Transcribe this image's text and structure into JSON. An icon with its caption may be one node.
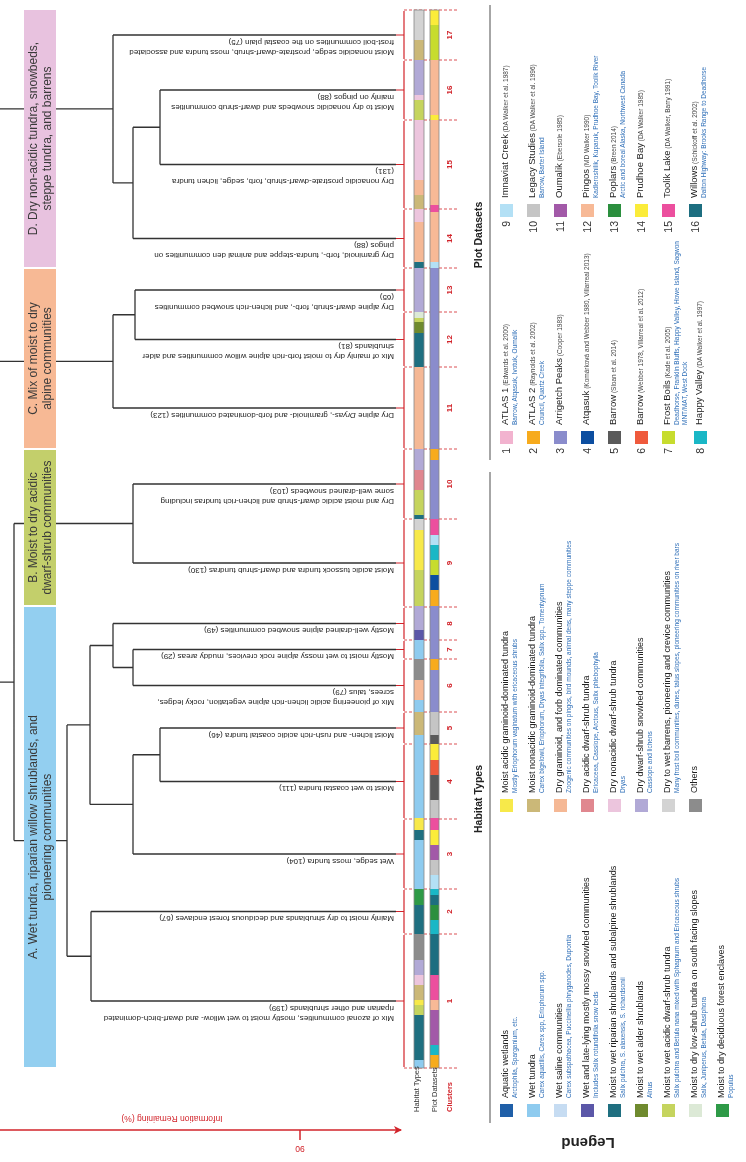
{
  "diagram": {
    "nodes": [
      {
        "text": [
          "A. Wet tundra, riparian willow shrublands, and pioneering communities"
        ]
      },
      {
        "text": [
          "B. Moist to dry acidic dwarf-shrub communities"
        ]
      },
      {
        "text": [
          "C. Mix of moist to dry alpine communities"
        ]
      },
      {
        "text": [
          "D. Dry non-acidic tundra, snowbeds, steppe tundra, and barrens"
        ]
      }
    ],
    "labels": [
      "Habitat Types",
      "Plot Datasets",
      "Clusters",
      "1",
      "2",
      "3",
      "4",
      "5",
      "6",
      "7",
      "8",
      "9",
      "10",
      "11",
      "12",
      "13",
      "14",
      "15",
      "16",
      "17",
      "Mix of azonal communities, mostly moist to wet willow- and dwarf-birch-dominated riparian and other shrublands (199)",
      "Mainly moist to dry shrublands and deciduous forest enclaves (67)",
      "Wet sedge, moss tundra (104)",
      "Moist to wet coastal tundra (111)",
      "Moist lichen- and rush-rich acidic coastal tundra (46)",
      "Mix of pioneering acidic lichen-rich alpine vegetation, rocky ledges, screes, talus (79)",
      "Mostly moist to wet mossy alpine rock crevices, muddy areas (29)",
      "Mostly well-drained alpine snowbed communities (49)",
      "Moist acidic tussock tundra and dwarf-shrub tundras (130)",
      "Dry and moist acidic dwarf-shrub and lichen-rich tundras including some well-drained snowbeds (103)",
      "Dry alpine *Dryas*-, graminoid- and forb-dominated communities (123)",
      "Mix of mainly dry to moist forb-rich alpine willow communities and alder shrublands (81)",
      "Dry alpine dwarf-shrub, forb-, and lichen-rich snowbed communities (65)",
      "Dry graminoid, forb-, tundra-steppe and animal den communities on pingos (88)",
      "Dry nonacidic prostrate-dwarf-shrub, forb, sedge, lichen tundra (131)",
      "Moist to dry nonacidic snowbeds and dwarf-shrub communities mainly on pingos (88)",
      "Moist nonacidic sedge, prostrate-dwarf-shrub, moss tundra and associated frost-boil communities on the coastal plain (75)",
      "Information Remaining (%)",
      "90",
      "Legend",
      "Habitat Types",
      "Arctophila, Sparganium, etc.",
      "Carex aquatilis, Carex spp, Eriophorum spp.",
      "Carex subspathacea, Puccinellia phryganodes, Dupontia",
      "Includes Salix rotundifolia snow beds",
      "Salix pulchra, S. alaxensis, S. richardsonii",
      "Alnus",
      "Salix pulchra and Betula nana mixed with Sphagnum and Ericaceous shrubs",
      "Salix, Juniperus, Betula, Dasiphora",
      "Populus",
      "Mostly Eriophorum vaginatum with ericaceous shrubs",
      "Carex bigelowii, Eriophorum, Dryas integrifolia, Salix spp., Tomentypnum",
      "Zoogenic communities on pingos, bird mounds, animal dens, many steppe communities",
      "Ericaceea, Cassiope, Arctous, Salix phlebophylla",
      "Dryas",
      "Cassiope and lichens",
      "Many frost boil communities, dunes, talus slopes, pioneering communities on river bars",
      "Plot Datasets",
      "1",
      "2",
      "3",
      "4",
      "5",
      "6",
      "7",
      "8",
      "9",
      "10",
      "11",
      "12",
      "13",
      "14",
      "15",
      "16",
      "Barrow, Atqasuk, Ivotuk, Oumalik",
      "Council, Quartz Creek",
      "Deadhorse, Franklin Bluffs, Happy Valley, Howe Island, Sagwon MNT/MAT, West Dock",
      "Barrow, Barter Island",
      "Kadleroshilik, Kuparuk, Prudhoe Bay, Toolik River",
      "Arctic and boreal Alaska, Northwest Canada",
      "Dalton Highway: Brooks Range to Deadhorse"
    ],
    "legend": [
      {
        "text": "Aquatic wetlands",
        "color": "#1f5fa8"
      },
      {
        "text": "Wet tundra",
        "color": "#8ecbef"
      },
      {
        "text": "Wet saline communities",
        "color": "#c6dcf2"
      },
      {
        "text": "Wet and late-lying mostly mossy snowbed communities",
        "color": "#5b57a8"
      },
      {
        "text": "Moist to wet riparian shrublands and subalpine shrublands",
        "color": "#1f6f80"
      },
      {
        "text": "Moist to wet alder shrublands",
        "color": "#6f8a2e"
      },
      {
        "text": "Moist to wet acidic dwarf-shrub tundra",
        "color": "#c5d45e"
      },
      {
        "text": "Moist to dry low-shrub tundra on south facing slopes",
        "color": "#dce9d6"
      },
      {
        "text": "Moist to dry deciduous forest enclaves",
        "color": "#2e9a47"
      },
      {
        "text": "Moist acidic graminoid-dominated tundra",
        "color": "#f7e94a"
      },
      {
        "text": "Moist nonacidic graminoid-dominated tundra",
        "color": "#cbb878"
      },
      {
        "text": "Dry graminoid, and forb dominated communities",
        "color": "#f5b895"
      },
      {
        "text": "Dry acidic dwarf-shrub tundra",
        "color": "#e0878f"
      },
      {
        "text": "Dry nonacidic dwarf-shrub tundra",
        "color": "#ecc5dd"
      },
      {
        "text": "Dry dwarf-shrub snowbed communities",
        "color": "#b1a9d6"
      },
      {
        "text": "Dry to wet barrens,  pioneering and crevice communities",
        "color": "#d3d3d3"
      },
      {
        "text": "Others",
        "color": "#8c8c8c"
      },
      {
        "text": "ATLAS 1 (Edwards et al. 2000)",
        "color": "#f2b3cf"
      },
      {
        "text": "ATLAS 2 (Raynolds et al. 2002)",
        "color": "#f7ab1d"
      },
      {
        "text": "Arrigetch Peaks (Cooper 1983)",
        "color": "#8a8ccc"
      },
      {
        "text": "Atqasuk (Komárková and Webber 1980, Villarreal 2013)",
        "color": "#0c4ea0"
      },
      {
        "text": "Barrow (Sloan et al. 2014)",
        "color": "#5a5a5a"
      },
      {
        "text": "Barrow (Webber 1978, Villarreal et al. 2012)",
        "color": "#ef5a3c"
      },
      {
        "text": "Frost Boils (Kade et al. 2005)",
        "color": "#c7dc2e"
      },
      {
        "text": "Happy Valley (DA Walker et al. 1997)",
        "color": "#1ab7c6"
      },
      {
        "text": "Imnaviat Creek (DA Walker et al. 1987)",
        "color": "#b3e0f5"
      },
      {
        "text": "Legacy Studies (DA Walker et al. 1996)",
        "color": "#c5c5c5"
      },
      {
        "text": "Oumalik (Ebersole 1985)",
        "color": "#a259a8"
      },
      {
        "text": "Pingos (MD Walker 1990)",
        "color": "#f7b996"
      },
      {
        "text": "Poplars (Breen 2014)",
        "color": "#2b8f3e"
      },
      {
        "text": "Prudhoe Bay (DA Walker 1985)",
        "color": "#fbec3a"
      },
      {
        "text": "Toolik Lake (DA Walker, Barry 1991)",
        "color": "#ec4f9e"
      },
      {
        "text": "Willows (Schickoff et al. 2002)",
        "color": "#1d6e80"
      }
    ]
  }
}
